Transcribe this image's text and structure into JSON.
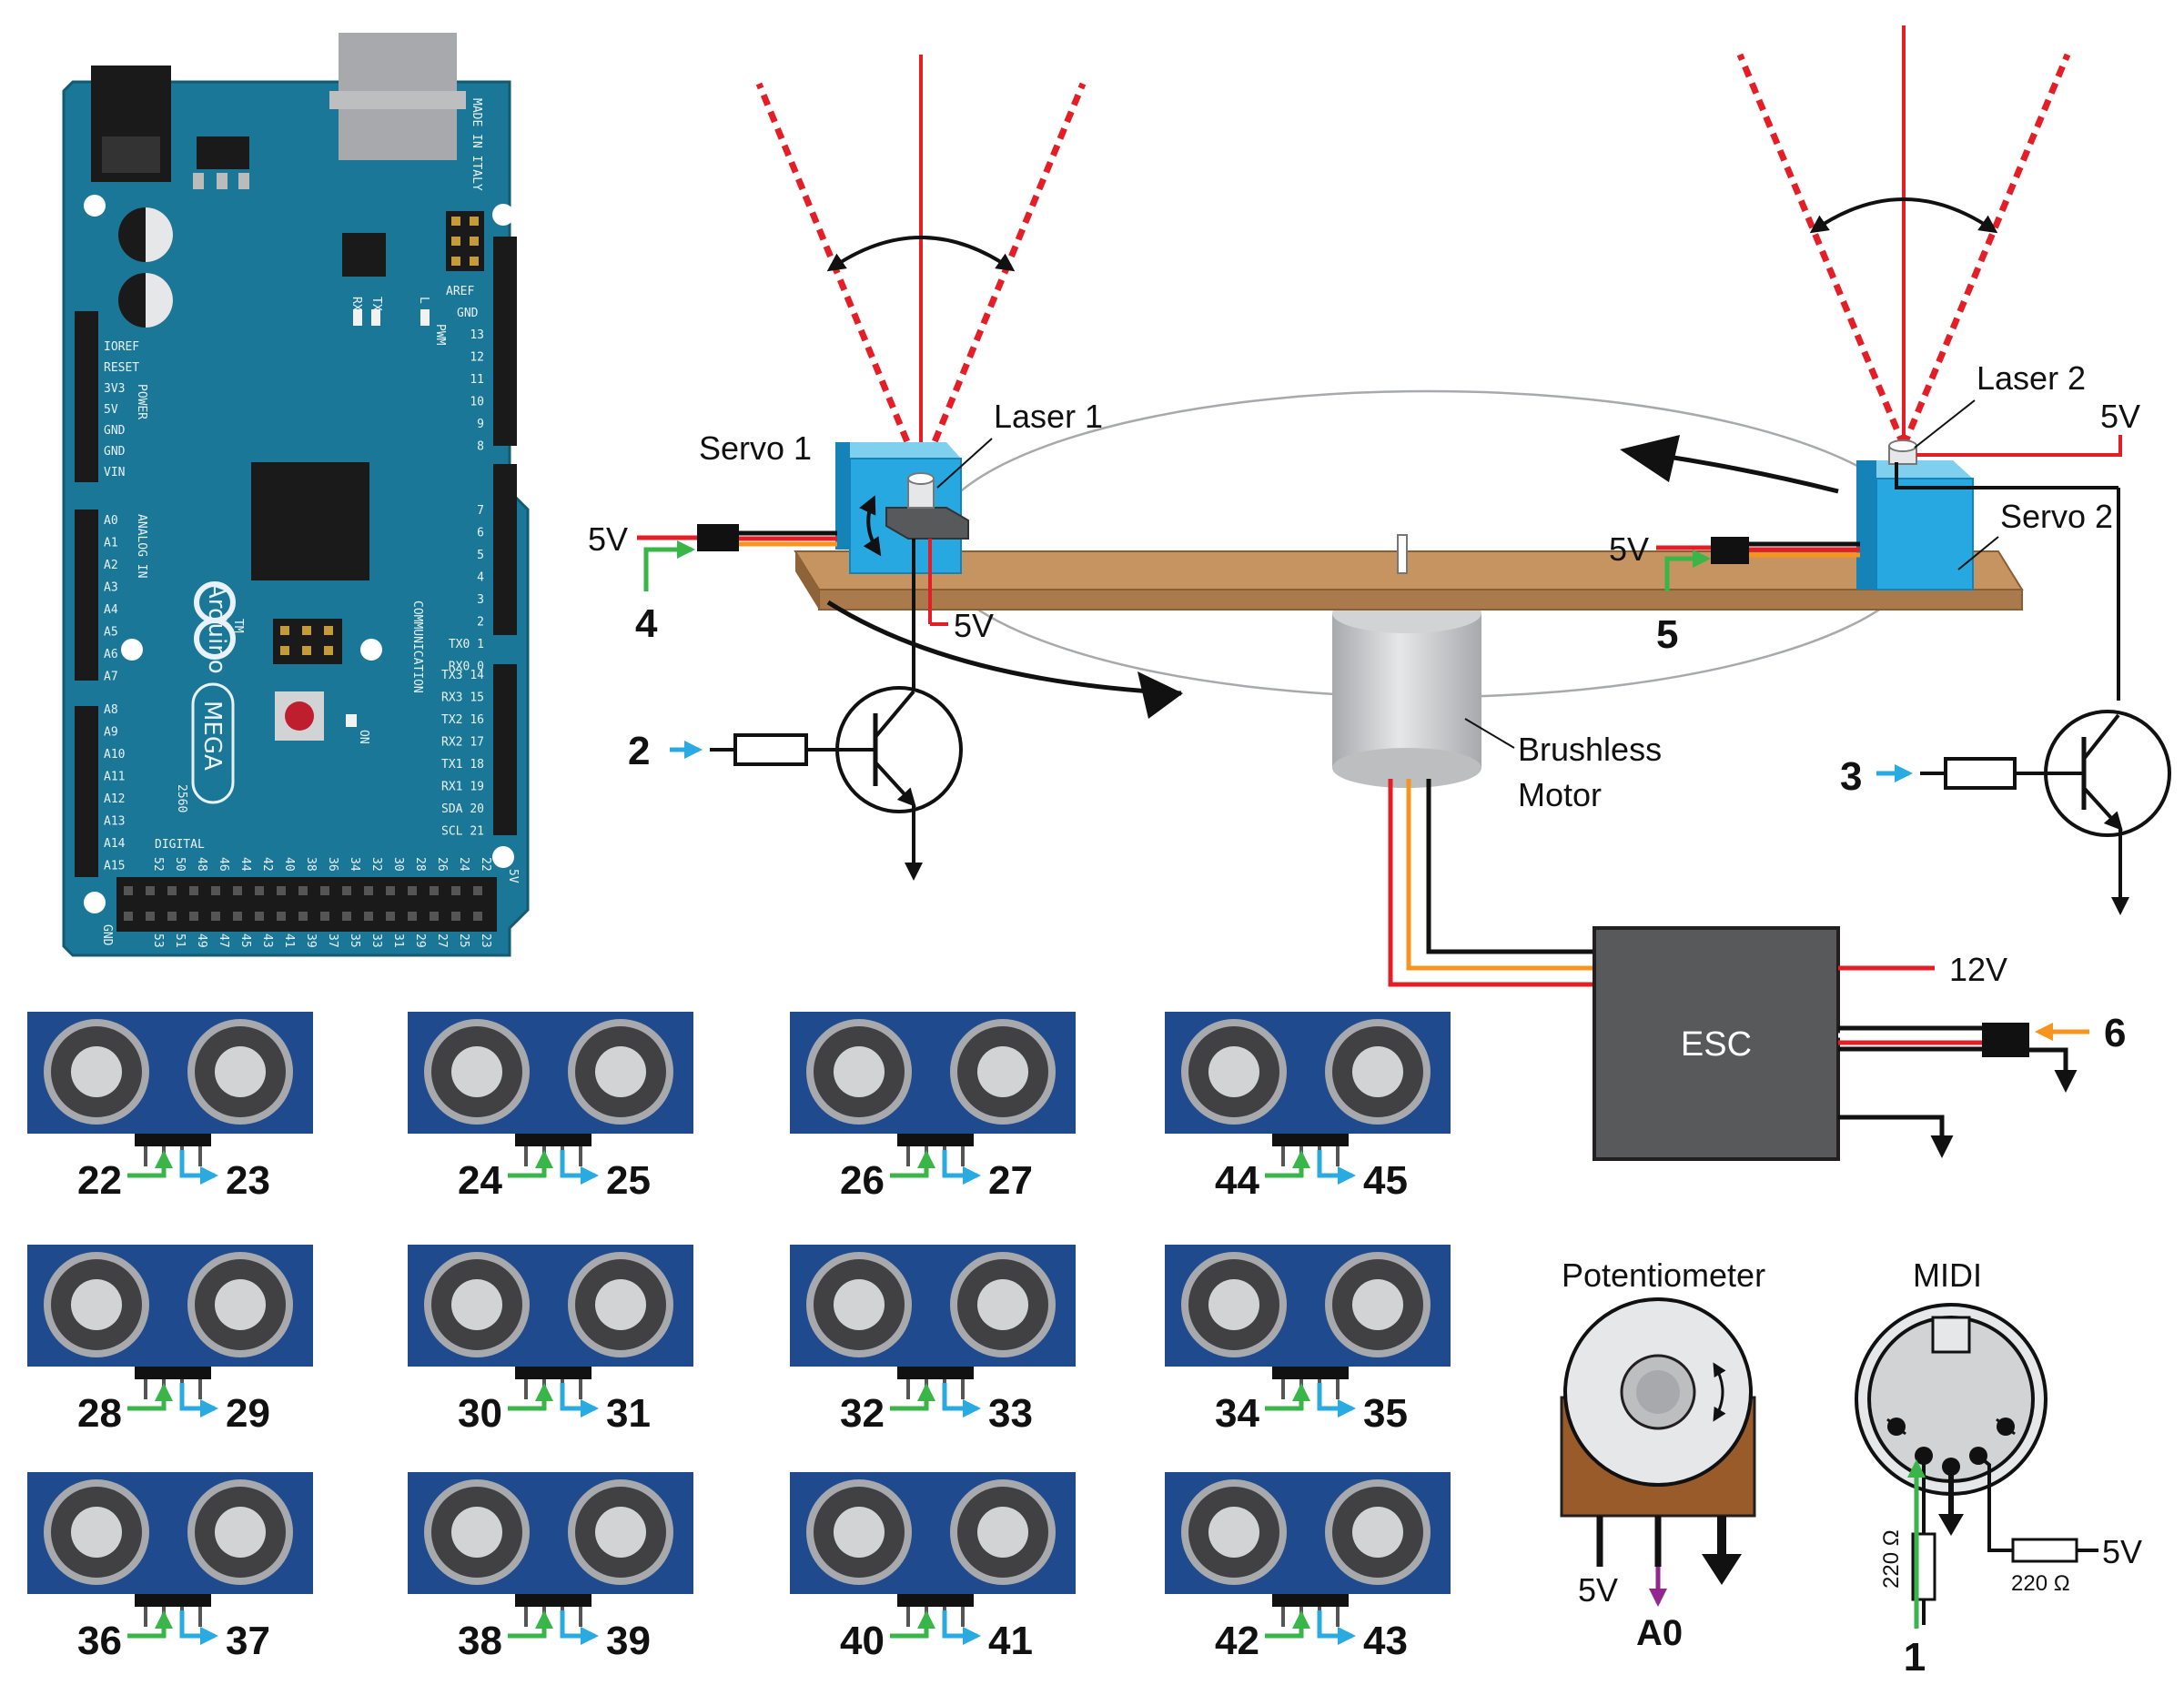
{
  "arduino": {
    "made_in": "MADE IN ITALY",
    "brand": "Arduino",
    "model": "MEGA",
    "model_sub": "2560",
    "tm": "TM",
    "header_labels": {
      "aref": "AREF",
      "gnd": "GND",
      "l": "L",
      "pwm": "PWM",
      "tx": "TX",
      "rx": "RX",
      "on": "ON",
      "digital": "DIGITAL",
      "power": "POWER",
      "analog_in": "ANALOG IN",
      "communication": "COMMUNICATION",
      "five_v": "5V",
      "gnd2": "GND"
    },
    "power_pins": [
      "IOREF",
      "RESET",
      "3V3",
      "5V",
      "GND",
      "GND",
      "VIN"
    ],
    "analog_pins": [
      "A0",
      "A1",
      "A2",
      "A3",
      "A4",
      "A5",
      "A6",
      "A7",
      "A8",
      "A9",
      "A10",
      "A11",
      "A12",
      "A13",
      "A14",
      "A15"
    ],
    "pwm_pins": [
      "13",
      "12",
      "11",
      "10",
      "9",
      "8",
      "7",
      "6",
      "5",
      "4",
      "3",
      "2",
      "TX0 1",
      "RX0 0"
    ],
    "comm_pins": [
      "TX3 14",
      "RX3 15",
      "TX2 16",
      "RX2 17",
      "TX1 18",
      "RX1 19",
      "SDA 20",
      "SCL 21"
    ],
    "bottom_pins_top": [
      "52",
      "50",
      "48",
      "46",
      "44",
      "42",
      "40",
      "38",
      "36",
      "34",
      "32",
      "30",
      "28",
      "26",
      "24",
      "22"
    ],
    "bottom_pins_bottom": [
      "53",
      "51",
      "49",
      "47",
      "45",
      "43",
      "41",
      "39",
      "37",
      "35",
      "33",
      "31",
      "29",
      "27",
      "25",
      "23"
    ]
  },
  "rig": {
    "servo1": "Servo 1",
    "laser1": "Laser 1",
    "servo2": "Servo 2",
    "laser2": "Laser 2",
    "servo1_supply": "5V",
    "servo1_signal": "4",
    "laser1_supply": "5V",
    "servo2_supply": "5V",
    "servo2_signal": "5",
    "laser2_supply": "5V",
    "transistor1_pin": "2",
    "transistor2_pin": "3",
    "motor_line1": "Brushless",
    "motor_line2": "Motor"
  },
  "esc": {
    "label": "ESC",
    "supply": "12V",
    "signal_pin": "6"
  },
  "sensors": [
    {
      "trig": "22",
      "echo": "23"
    },
    {
      "trig": "24",
      "echo": "25"
    },
    {
      "trig": "26",
      "echo": "27"
    },
    {
      "trig": "44",
      "echo": "45"
    },
    {
      "trig": "28",
      "echo": "29"
    },
    {
      "trig": "30",
      "echo": "31"
    },
    {
      "trig": "32",
      "echo": "33"
    },
    {
      "trig": "34",
      "echo": "35"
    },
    {
      "trig": "36",
      "echo": "37"
    },
    {
      "trig": "38",
      "echo": "39"
    },
    {
      "trig": "40",
      "echo": "41"
    },
    {
      "trig": "42",
      "echo": "43"
    }
  ],
  "potentiometer": {
    "title": "Potentiometer",
    "supply": "5V",
    "output": "A0"
  },
  "midi": {
    "title": "MIDI",
    "resistor1": "220 Ω",
    "resistor2": "220 Ω",
    "supply": "5V",
    "pin": "1"
  },
  "colors": {
    "board": "#1b7797",
    "sensor_blue": "#1f4b8e",
    "servo_blue": "#28a8e0",
    "wood": "#c69460",
    "wire_red": "#e41e26",
    "wire_orange": "#f7941d",
    "wire_green": "#39b54a",
    "wire_blue": "#29abe2",
    "wire_purple": "#92278f",
    "esc_gray": "#58595b",
    "pot_brown": "#9a5b2b"
  }
}
